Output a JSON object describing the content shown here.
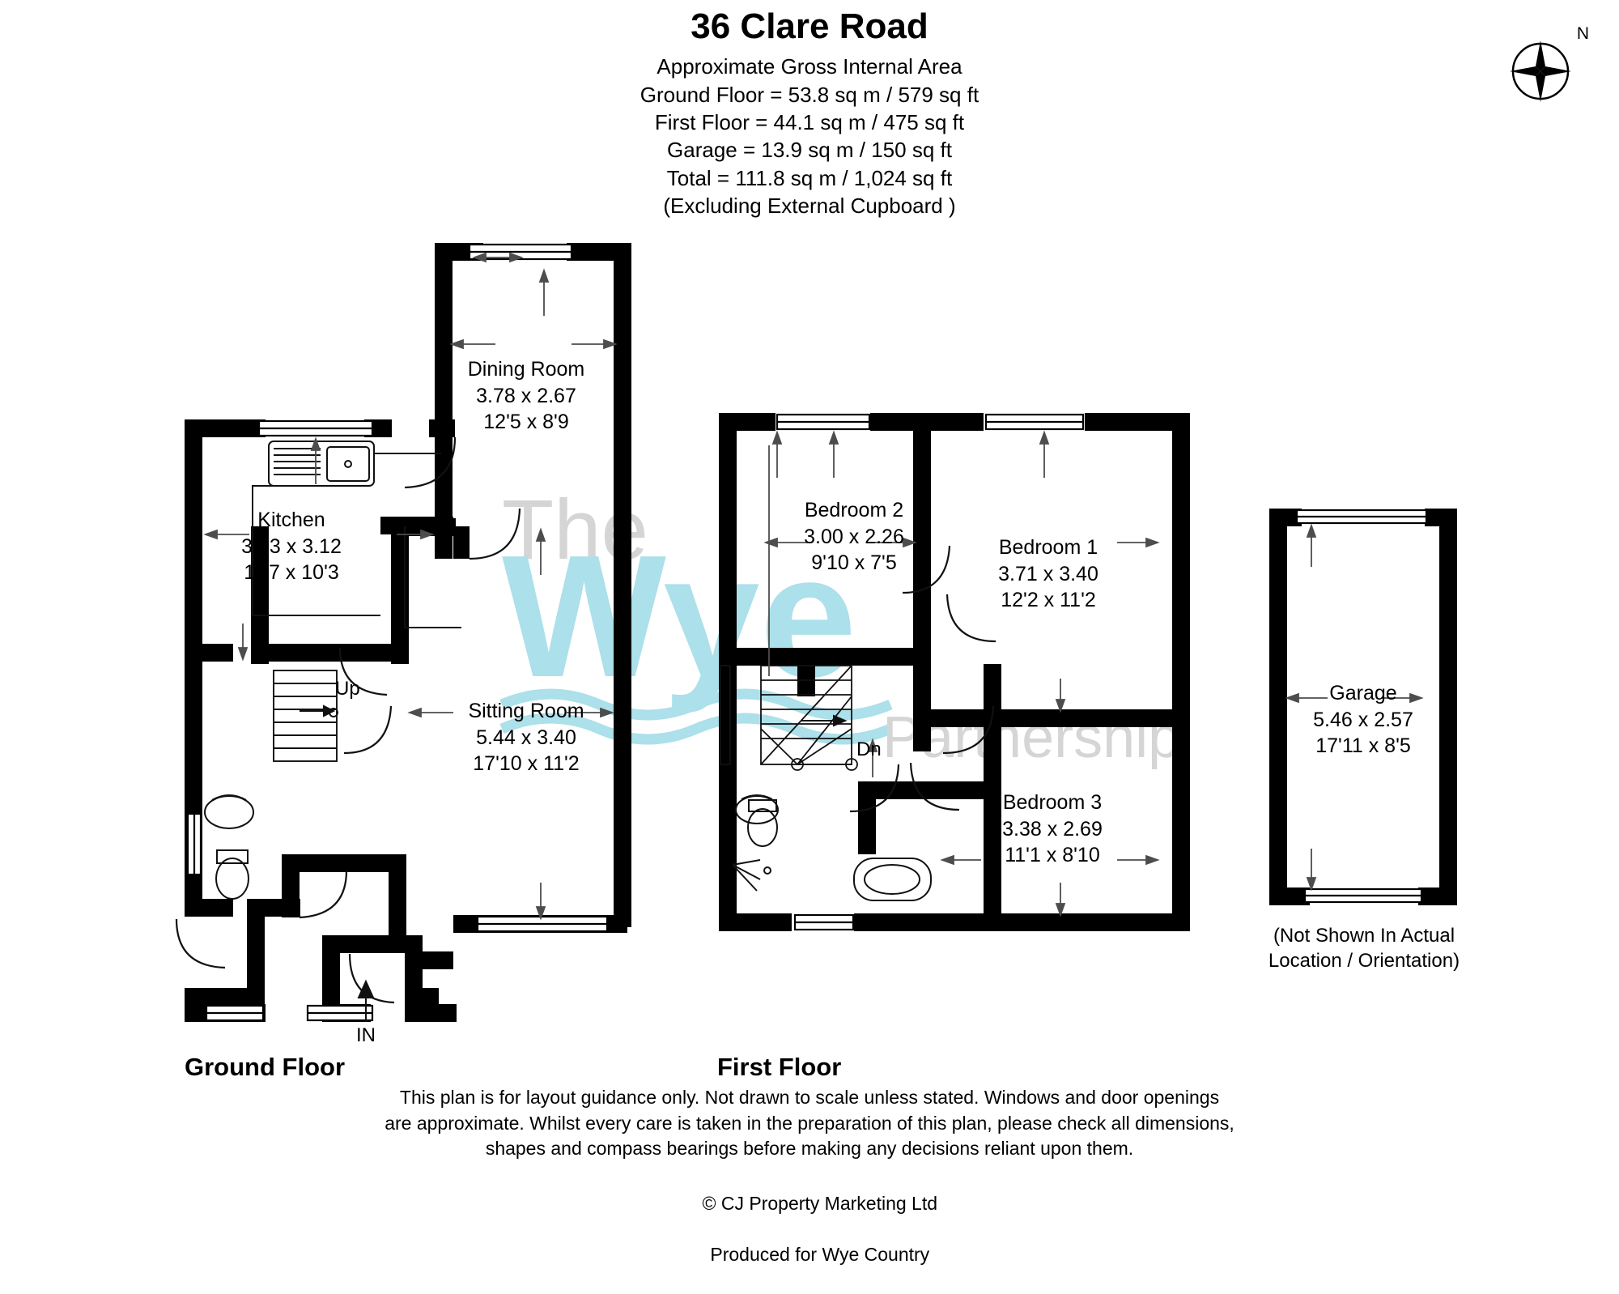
{
  "header": {
    "title": "36 Clare Road",
    "area_lines": [
      "Approximate Gross Internal Area",
      "Ground Floor = 53.8 sq m / 579 sq ft",
      "First Floor = 44.1 sq m / 475 sq ft",
      "Garage = 13.9 sq m / 150 sq ft",
      "Total = 111.8 sq m / 1,024 sq ft",
      "(Excluding External Cupboard )"
    ]
  },
  "compass": {
    "north_label": "N",
    "icon": "compass-star-icon"
  },
  "watermark": {
    "text_top": "The",
    "text_main": "Wye",
    "text_bottom": "Partnership",
    "color": "#ace0ea",
    "color_light": "#d9d9d9"
  },
  "colors": {
    "wall": "#000000",
    "fixture_line": "#1a1a1a",
    "dimension_line": "#4d4d4d",
    "background": "#ffffff",
    "watermark_blue": "#ace0ea"
  },
  "ground_floor": {
    "caption": "Ground Floor",
    "rooms": [
      {
        "name": "Kitchen",
        "metric": "3.53 x 3.12",
        "imperial": "11'7 x 10'3"
      },
      {
        "name": "Dining Room",
        "metric": "3.78 x 2.67",
        "imperial": "12'5 x 8'9"
      },
      {
        "name": "Sitting Room",
        "metric": "5.44 x 3.40",
        "imperial": "17'10 x 11'2"
      }
    ],
    "annotations": {
      "stairs_up": "Up",
      "entrance": "IN"
    }
  },
  "first_floor": {
    "caption": "First Floor",
    "rooms": [
      {
        "name": "Bedroom 2",
        "metric": "3.00 x 2.26",
        "imperial": "9'10 x 7'5"
      },
      {
        "name": "Bedroom 1",
        "metric": "3.71 x 3.40",
        "imperial": "12'2 x 11'2"
      },
      {
        "name": "Bedroom 3",
        "metric": "3.38 x 2.69",
        "imperial": "11'1 x 8'10"
      }
    ],
    "annotations": {
      "stairs_down": "Dn"
    }
  },
  "garage": {
    "name": "Garage",
    "metric": "5.46 x 2.57",
    "imperial": "17'11 x 8'5",
    "note_line1": "(Not Shown In Actual",
    "note_line2": "Location / Orientation)"
  },
  "footer": {
    "disclaimer_lines": [
      "This plan is for layout guidance only. Not drawn to scale unless stated. Windows and door openings",
      "are approximate. Whilst every care is taken in the preparation of this plan, please check all dimensions,",
      "shapes and compass bearings before making any decisions reliant upon them."
    ],
    "copyright": "© CJ Property Marketing Ltd",
    "produced_for": "Produced for Wye Country"
  }
}
